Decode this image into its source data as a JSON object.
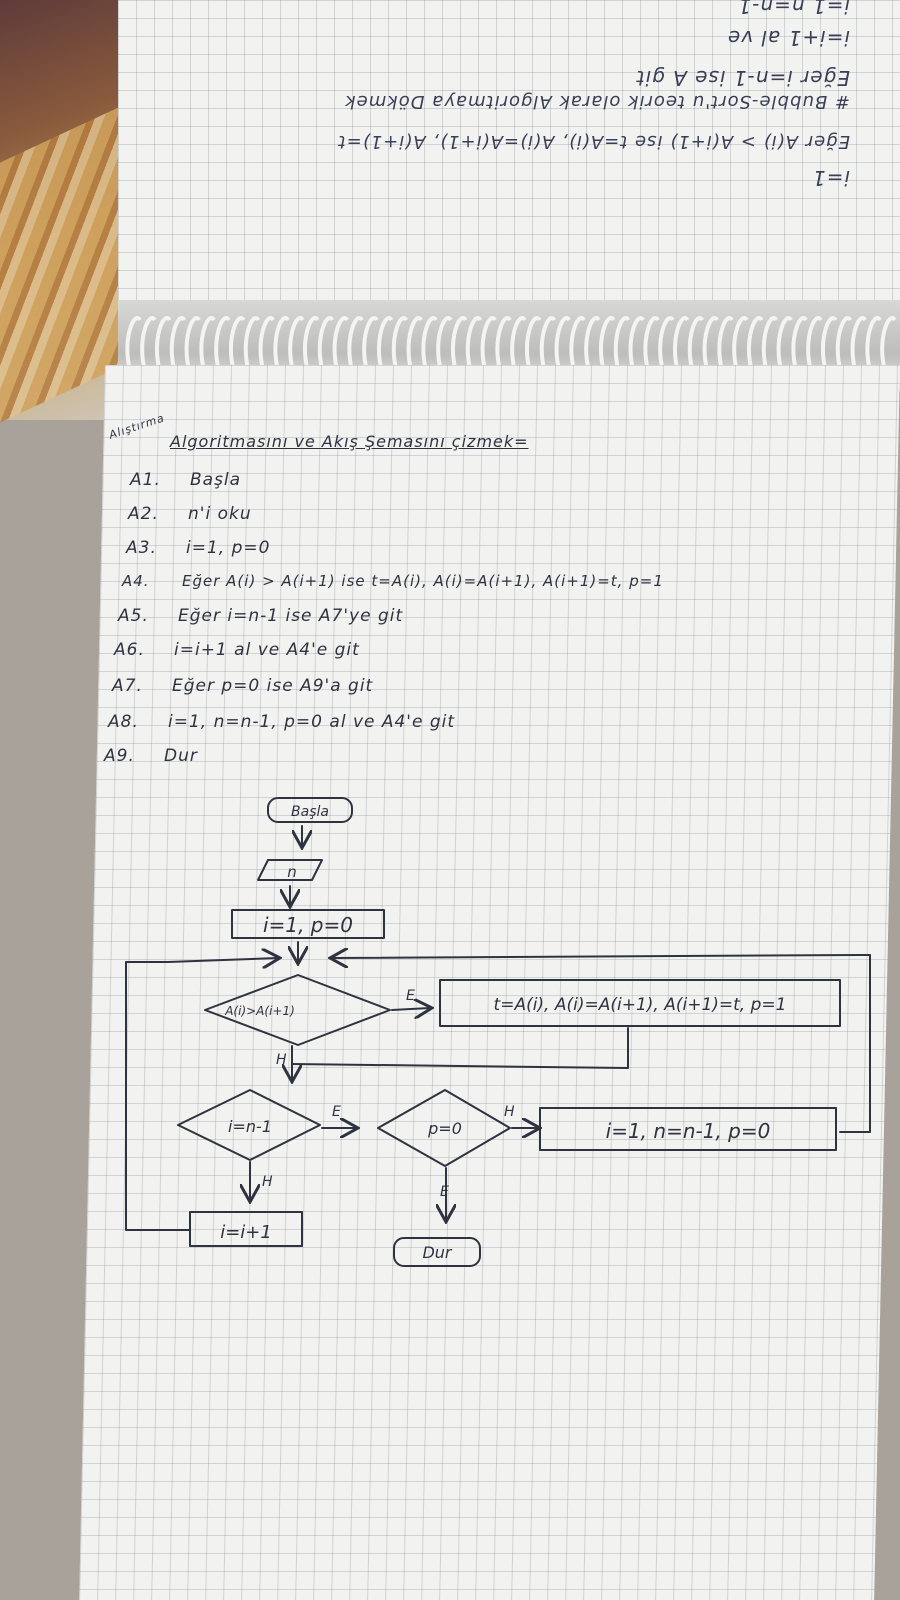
{
  "top_page": {
    "title": "# Bubble-Sort'u teorik olarak Algoritmaya Dökmek",
    "lines": [
      "i=1",
      "Eğer A(i) > A(i+1) ise t=A(i), A(i)=A(i+1), A(i+1)=t",
      "Eğer i=n-1 ise A git",
      "i=i+1 al ve",
      "i=1 n=n-1"
    ]
  },
  "main_page": {
    "margin_note": "Alıştırma",
    "title": "Algoritmasını ve Akış Şemasını çizmek=",
    "steps": [
      {
        "code": "A1.",
        "text": "Başla"
      },
      {
        "code": "A2.",
        "text": "n'i oku"
      },
      {
        "code": "A3.",
        "text": "i=1, p=0"
      },
      {
        "code": "A4.",
        "text": "Eğer A(i) > A(i+1) ise t=A(i), A(i)=A(i+1), A(i+1)=t, p=1"
      },
      {
        "code": "A5.",
        "text": "Eğer i=n-1 ise A7'ye git"
      },
      {
        "code": "A6.",
        "text": "i=i+1 al ve A4'e git"
      },
      {
        "code": "A7.",
        "text": "Eğer p=0 ise A9'a git"
      },
      {
        "code": "A8.",
        "text": "i=1, n=n-1, p=0 al ve A4'e git"
      },
      {
        "code": "A9.",
        "text": "Dur"
      }
    ]
  },
  "flowchart": {
    "start": "Başla",
    "input": "n",
    "init": "i=1, p=0",
    "compare": "A(i)>A(i+1)",
    "swap": "t=A(i), A(i)=A(i+1), A(i+1)=t, p=1",
    "check_last": "i=n-1",
    "check_p": "p=0",
    "reset": "i=1, n=n-1, p=0",
    "increment": "i=i+1",
    "stop": "Dur",
    "yes": "E",
    "no": "H"
  },
  "colors": {
    "ink": "#2f3340",
    "paper": "#f2f2f0",
    "grid": "#9aa3ad"
  }
}
